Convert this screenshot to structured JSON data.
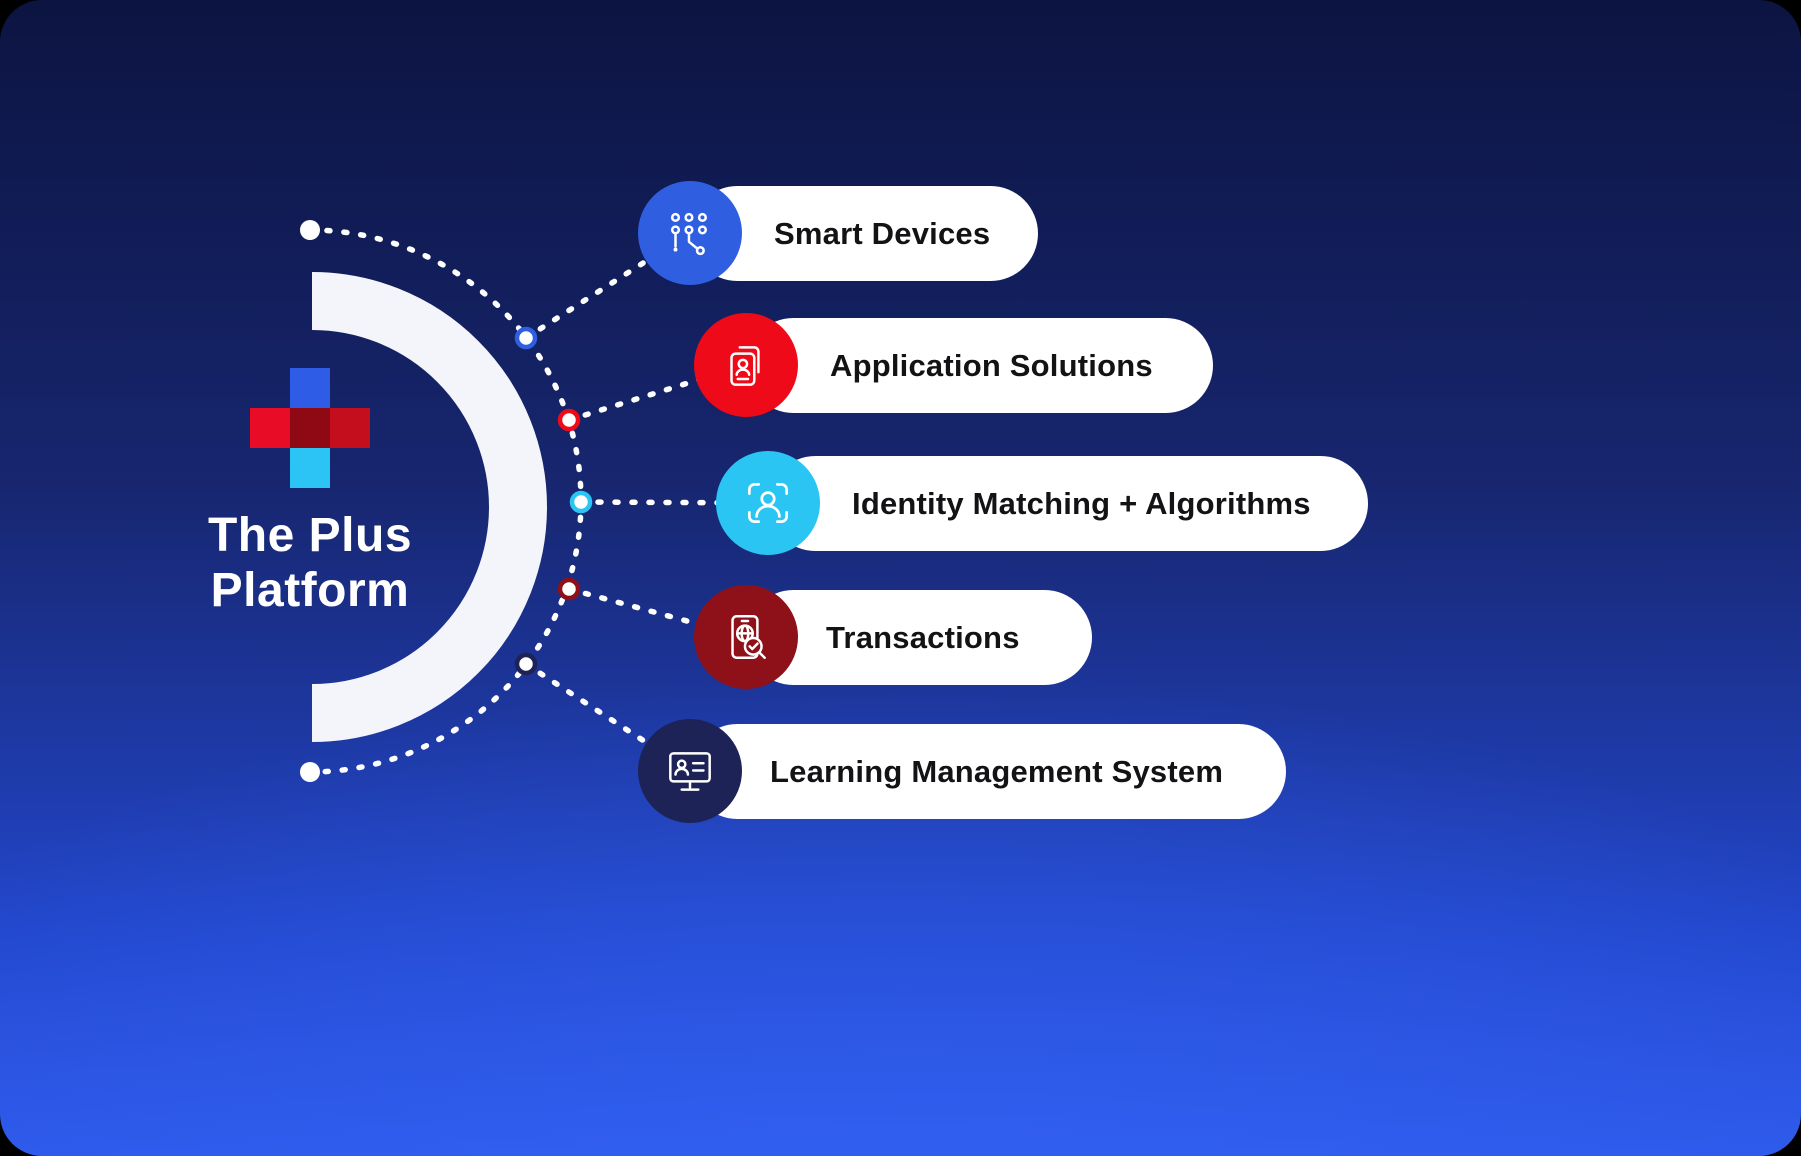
{
  "canvas": {
    "frame_color": "#000000",
    "background_top": "#0c1441",
    "background_bottom": "#2e59ea"
  },
  "hub": {
    "title_line1": "The Plus",
    "title_line2": "Platform",
    "arc_color": "#f3f5fb",
    "logo_colors": {
      "top_square": "#2e5ce6",
      "left_square": "#e90c26",
      "center_square": "#8f0914",
      "right_square": "#c40d1d",
      "bottom_square": "#2cc4f4"
    }
  },
  "items": [
    {
      "label": "Smart Devices",
      "color": "#2f5fe0",
      "icon": "iot-network-icon"
    },
    {
      "label": "Application Solutions",
      "color": "#ee0a18",
      "icon": "id-cards-icon"
    },
    {
      "label": "Identity Matching + Algorithms",
      "color": "#2bc5f4",
      "icon": "face-scan-icon"
    },
    {
      "label": "Transactions",
      "color": "#8e1019",
      "icon": "mobile-payment-search-icon"
    },
    {
      "label": "Learning Management System",
      "color": "#1d2356",
      "icon": "monitor-learning-icon"
    }
  ]
}
